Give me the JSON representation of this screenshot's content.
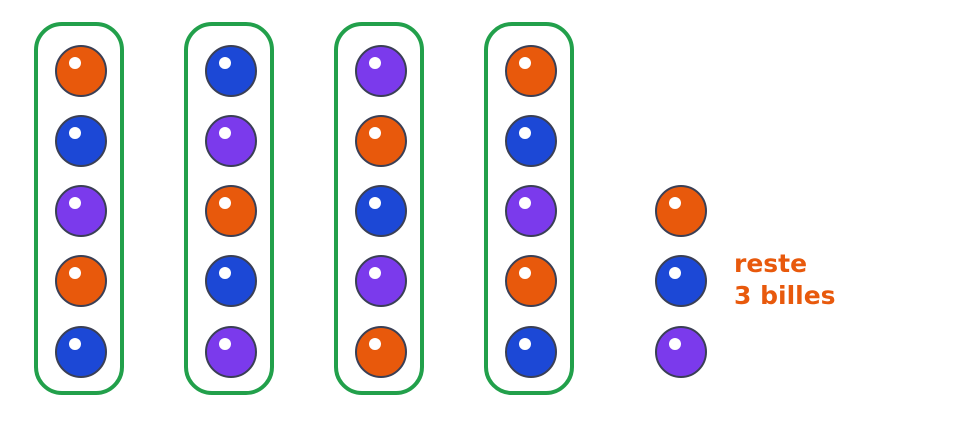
{
  "colors": {
    "orange": "#e8590c",
    "blue": "#1c48d6",
    "purple": "#7b3aec",
    "frame": "#22a04b",
    "outline": "#3a3f55",
    "label": "#e8590c"
  },
  "groups": [
    [
      "orange",
      "blue",
      "purple",
      "orange",
      "blue"
    ],
    [
      "blue",
      "purple",
      "orange",
      "blue",
      "purple"
    ],
    [
      "purple",
      "orange",
      "blue",
      "purple",
      "orange"
    ],
    [
      "orange",
      "blue",
      "purple",
      "orange",
      "blue"
    ]
  ],
  "remainder": [
    "orange",
    "blue",
    "purple"
  ],
  "label": {
    "line1": "reste",
    "line2": "3 billes"
  }
}
